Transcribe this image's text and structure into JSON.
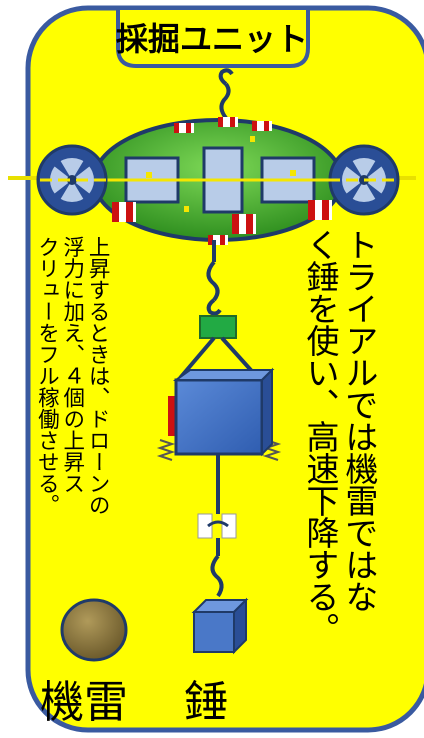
{
  "title": "採掘ユニット",
  "note_left": "上昇するときは、ドローンの\n浮力に加え、４個の上昇ス\nクリューをフル稼働させる。",
  "note_right": "トライアルでは機雷ではな\nく錘を使い、高速下降する。",
  "labels": {
    "mine": "機雷",
    "weight": "錘"
  },
  "colors": {
    "panel": "#ffff00",
    "panel_border": "#3a5aa0",
    "drone_body": "#44aa22",
    "box": "#4a78c8",
    "clamp": "#22aa44",
    "mine": "#8a7640"
  }
}
